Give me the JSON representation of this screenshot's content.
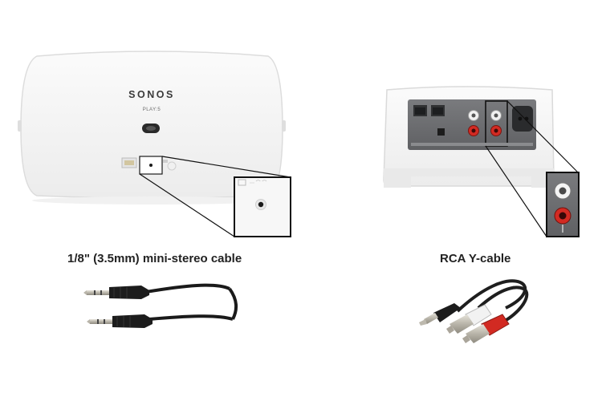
{
  "left": {
    "device": {
      "brand": "SONOS",
      "model": "PLAY:5"
    },
    "caption": "1/8\" (3.5mm) mini-stereo cable"
  },
  "right": {
    "caption": "RCA Y-cable"
  },
  "colors": {
    "device_white": "#f5f5f5",
    "panel_gray": "#6e6f72",
    "inset_border": "#222222",
    "rca_red": "#d22a22",
    "rca_white": "#f2f2f2",
    "plug_black": "#1c1c1c",
    "plug_silver": "#c9c6bd"
  }
}
